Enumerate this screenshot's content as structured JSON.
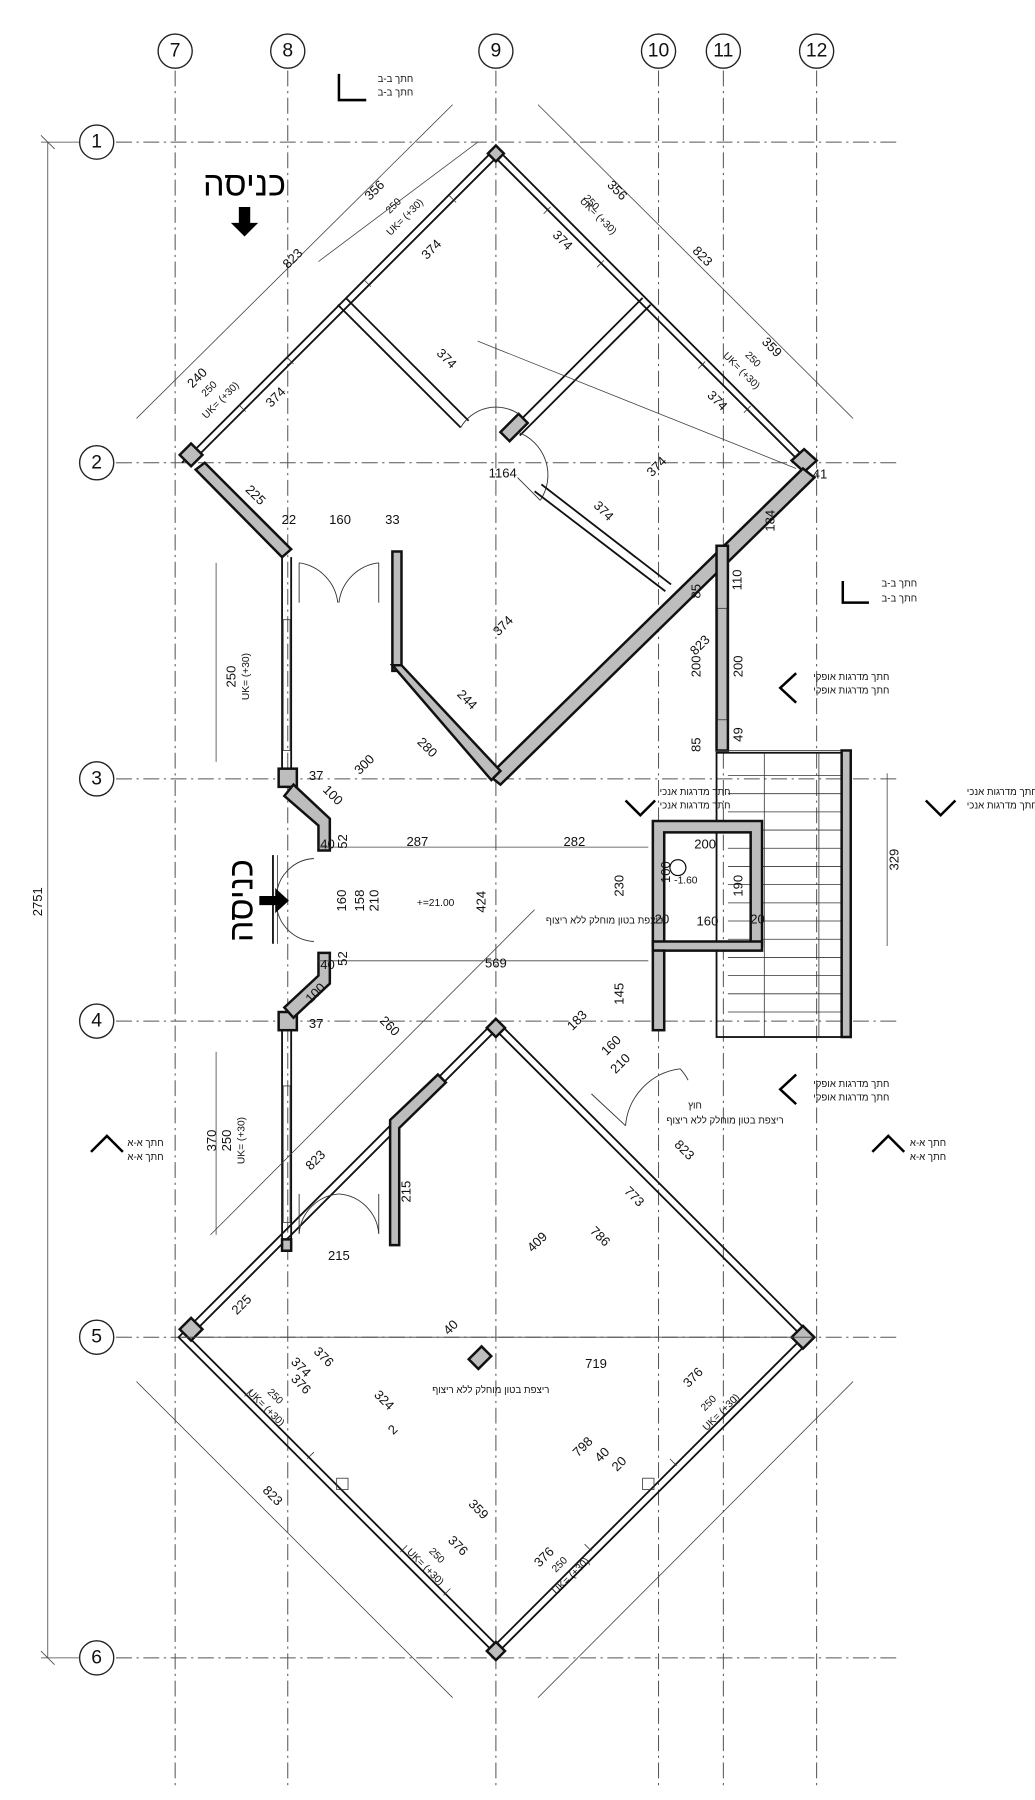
{
  "grid": {
    "columns": [
      "7",
      "8",
      "9",
      "10",
      "11",
      "12"
    ],
    "rows": [
      "1",
      "2",
      "3",
      "4",
      "5",
      "6"
    ]
  },
  "entrances": {
    "top": "כניסה",
    "side": "כניסה"
  },
  "section_labels": {
    "bb": "חתך ב-ב",
    "aa": "חתך א-א",
    "horizontal_stairs": "חתך מדרגות אופקי",
    "vertical_stairs": "חתך מדרגות אנכי"
  },
  "floor_notes": {
    "floating_slab": "ריצפת בטון מוחלק ללא ריצוף",
    "exterior": "חוץ",
    "level": "+=21.00",
    "pit_level": "-1.60"
  },
  "window_notes": {
    "sill": "UK= (+30)"
  },
  "dimensions": {
    "overall_height": "2751",
    "d823": "823",
    "d356": "356",
    "d374": "374",
    "d250": "250",
    "d240": "240",
    "d359": "359",
    "d225": "225",
    "d22": "22",
    "d160": "160",
    "d33": "33",
    "d1164": "1164",
    "d184": "184",
    "d41": "41",
    "d110": "110",
    "d85": "85",
    "d200": "200",
    "d49": "49",
    "d244": "244",
    "d280": "280",
    "d300": "300",
    "d37": "37",
    "d100": "100",
    "d40": "40",
    "d52": "52",
    "d287": "287",
    "d282": "282",
    "d158": "158",
    "d210": "210",
    "d424": "424",
    "d569": "569",
    "d230": "230",
    "d190": "190",
    "d20": "20",
    "d329": "329",
    "d145": "145",
    "d183": "183",
    "d260": "260",
    "d370": "370",
    "d215": "215",
    "d773": "773",
    "d786": "786",
    "d409": "409",
    "d719": "719",
    "d376": "376",
    "d324": "324",
    "d798": "798",
    "d2": "2"
  }
}
